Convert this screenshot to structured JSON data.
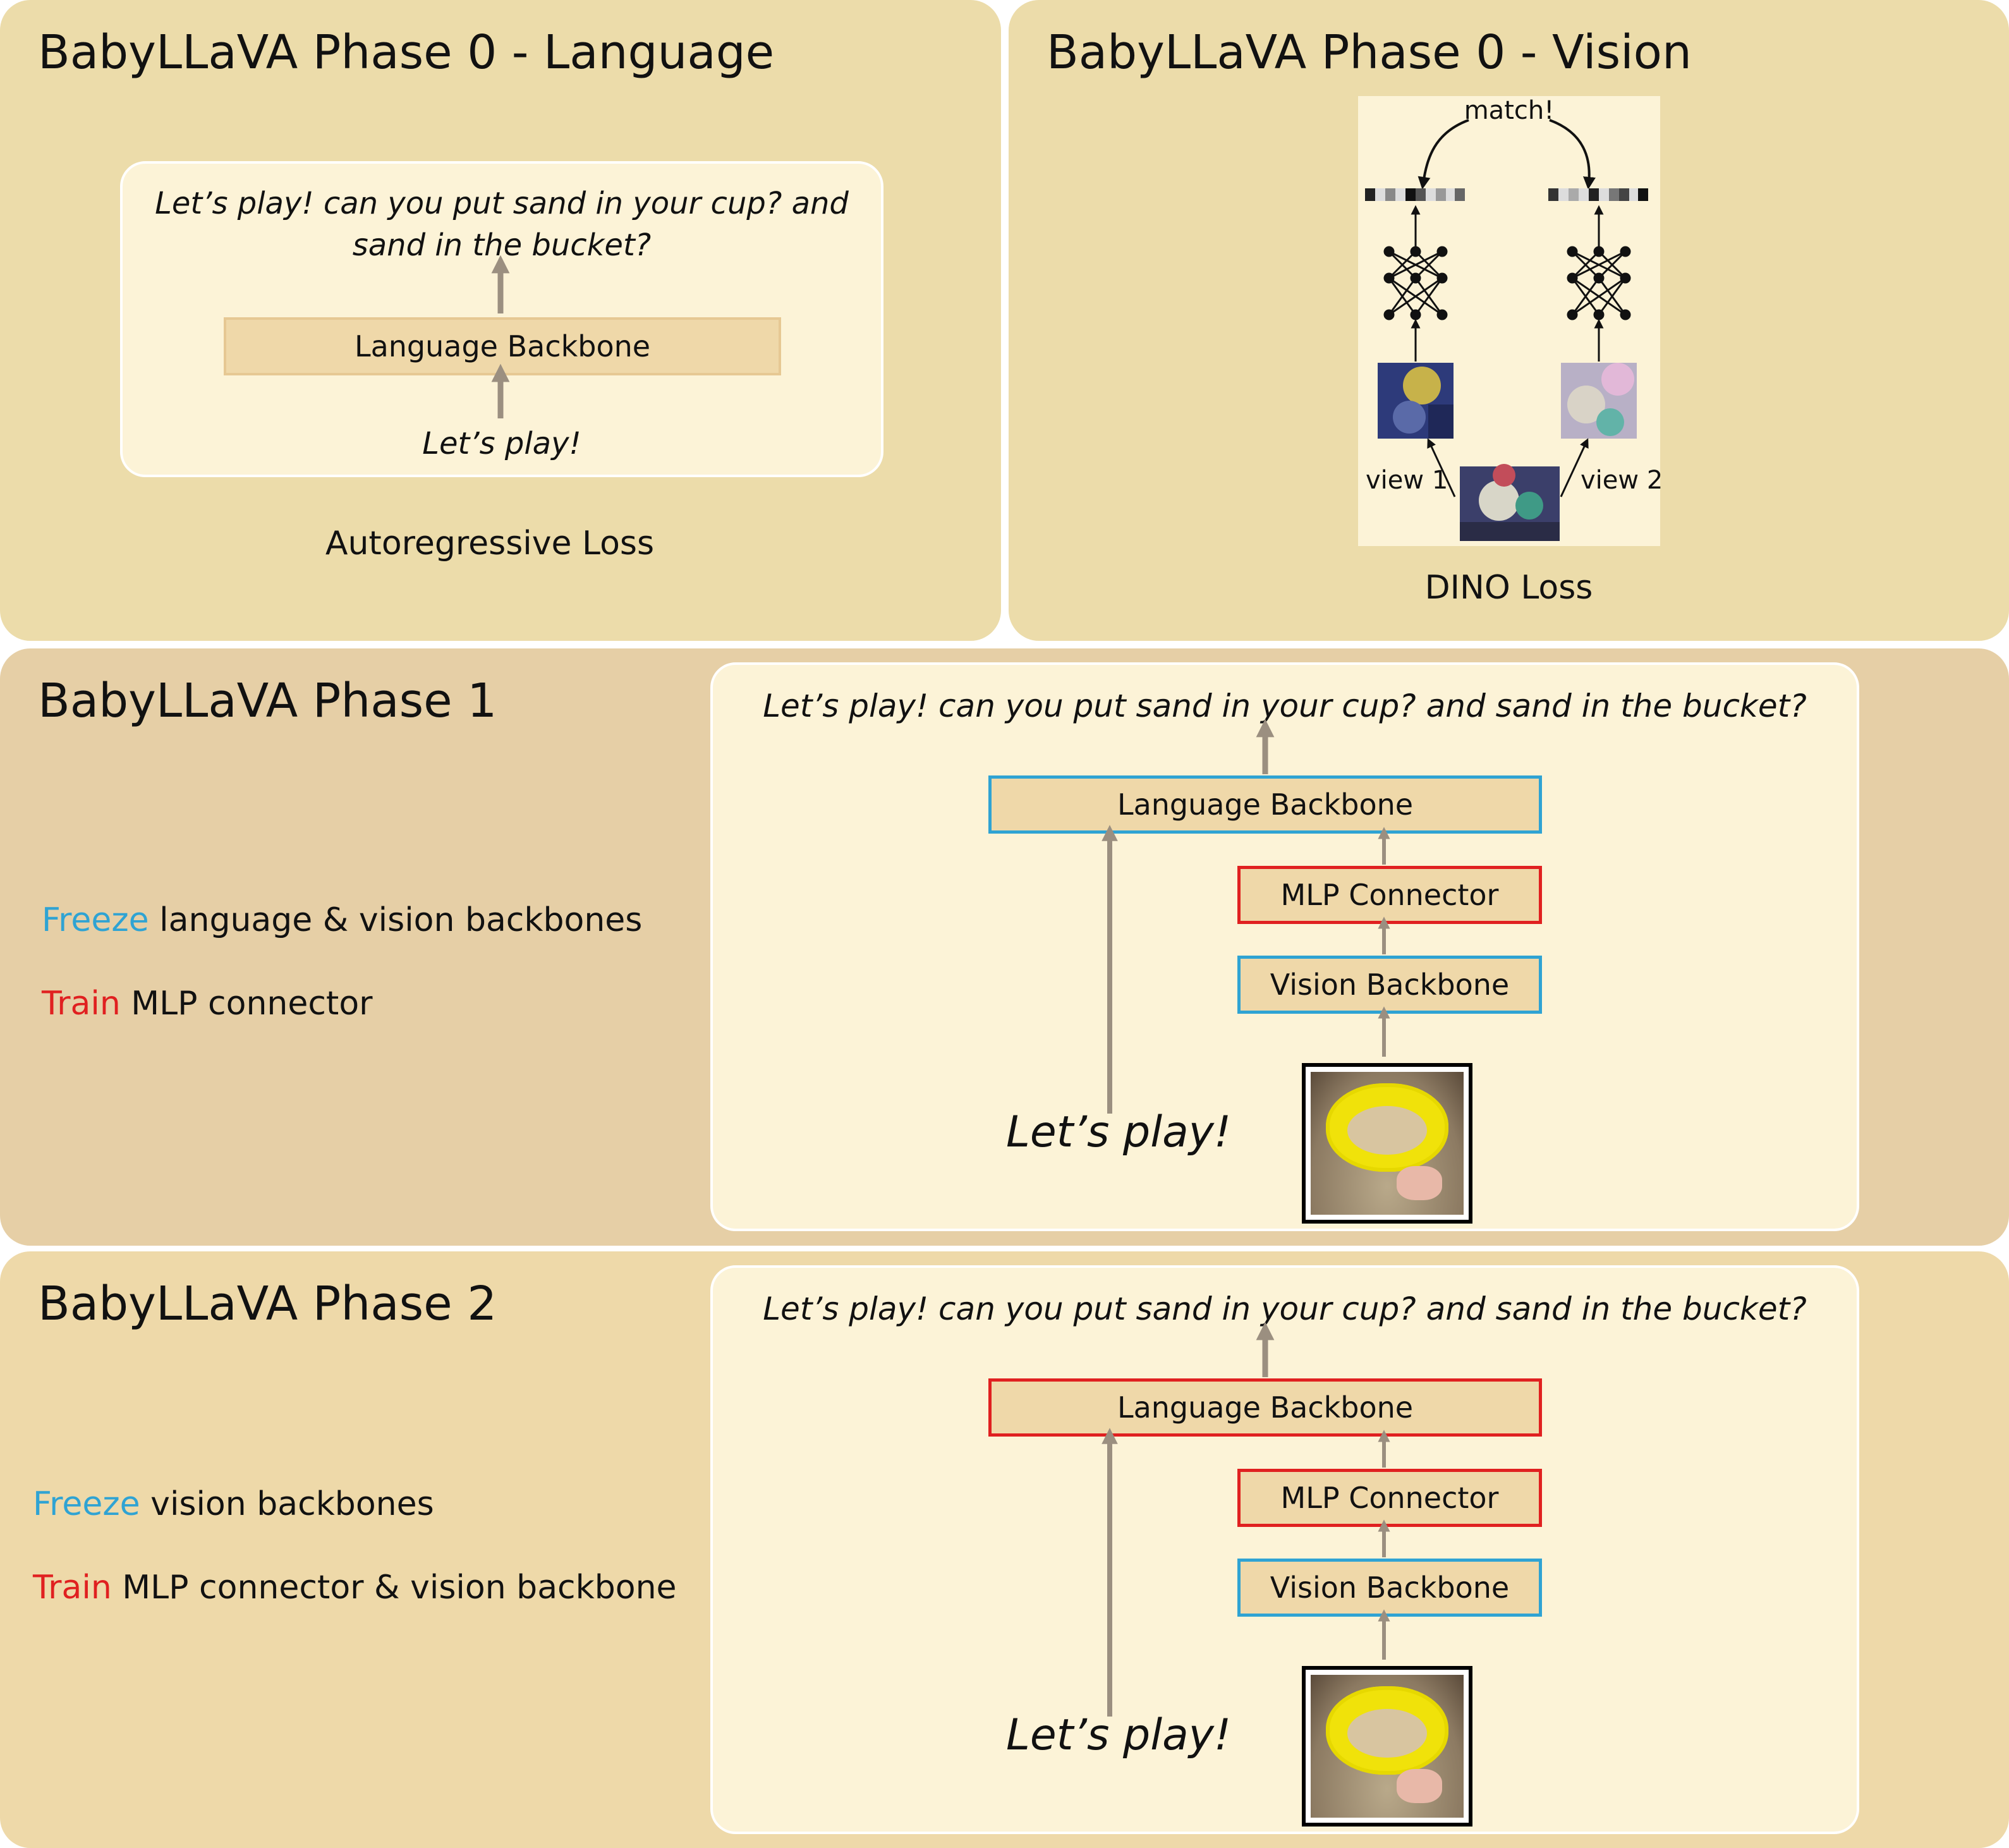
{
  "panels": {
    "phase0_language": {
      "title": "BabyLLaVA Phase 0 - Language",
      "output_text": "Let’s play! can you put sand in your cup? and sand in the bucket?",
      "backbone_label": "Language Backbone",
      "input_text": "Let’s play!",
      "loss_label": "Autoregressive Loss"
    },
    "phase0_vision": {
      "title": "BabyLLaVA Phase 0 - Vision",
      "match_label": "match!",
      "view1_label": "view 1",
      "view2_label": "view 2",
      "loss_label": "DINO Loss"
    },
    "phase1": {
      "title": "BabyLLaVA Phase 1",
      "freeze_word": "Freeze",
      "freeze_rest": " language & vision backbones",
      "train_word": "Train",
      "train_rest": " MLP connector",
      "output_text": "Let’s play! can you put sand in your cup? and sand in the bucket?",
      "language_backbone": "Language Backbone",
      "mlp_connector": "MLP Connector",
      "vision_backbone": "Vision Backbone",
      "input_text": "Let’s play!"
    },
    "phase2": {
      "title": "BabyLLaVA Phase 2",
      "freeze_word": "Freeze",
      "freeze_rest": " vision backbones",
      "train_word": "Train",
      "train_rest": " MLP connector & vision backbone",
      "output_text": "Let’s play! can you put sand in your cup? and sand in the bucket?",
      "language_backbone": "Language Backbone",
      "mlp_connector": "MLP Connector",
      "vision_backbone": "Vision Backbone",
      "input_text": "Let’s play!"
    }
  },
  "colors": {
    "panel_tan": "#ecdcaa",
    "panel_phase1": "#e6cfa6",
    "panel_phase2": "#eed9a9",
    "card": "#fcf3d7",
    "box_fill": "#efd8a9",
    "frozen_border": "#2fa3d3",
    "trained_border": "#e02020",
    "arrow": "#9b8f80"
  }
}
